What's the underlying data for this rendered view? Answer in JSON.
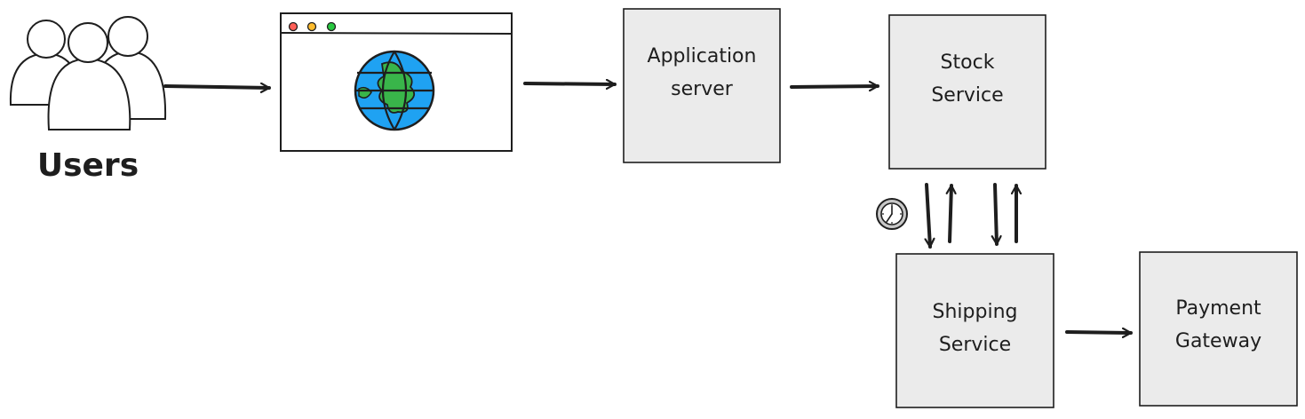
{
  "diagram": {
    "users": {
      "label": "Users"
    },
    "nodes": [
      {
        "id": "app-server",
        "label": "Application\nserver"
      },
      {
        "id": "stock-service",
        "label": "Stock\nService"
      },
      {
        "id": "shipping-service",
        "label": "Shipping\nService"
      },
      {
        "id": "payment-gateway",
        "label": "Payment\nGateway"
      }
    ],
    "edges": [
      {
        "from": "users",
        "to": "web-browser"
      },
      {
        "from": "web-browser",
        "to": "app-server"
      },
      {
        "from": "app-server",
        "to": "stock-service"
      },
      {
        "from": "stock-service",
        "to": "shipping-service"
      },
      {
        "from": "shipping-service",
        "to": "stock-service"
      },
      {
        "from": "stock-service",
        "to": "shipping-service"
      },
      {
        "from": "shipping-service",
        "to": "stock-service"
      },
      {
        "from": "shipping-service",
        "to": "payment-gateway"
      }
    ],
    "icons": [
      "users-icon",
      "browser-window-icon",
      "globe-icon",
      "clock-icon"
    ],
    "colors": {
      "stroke": "#1e1e1e",
      "box_fill": "#ebebeb",
      "globe_ocean": "#1fa2f2",
      "globe_land": "#39b54a",
      "dot_red": "#ff5f57",
      "dot_yellow": "#febc2e",
      "dot_green": "#28c840"
    }
  }
}
